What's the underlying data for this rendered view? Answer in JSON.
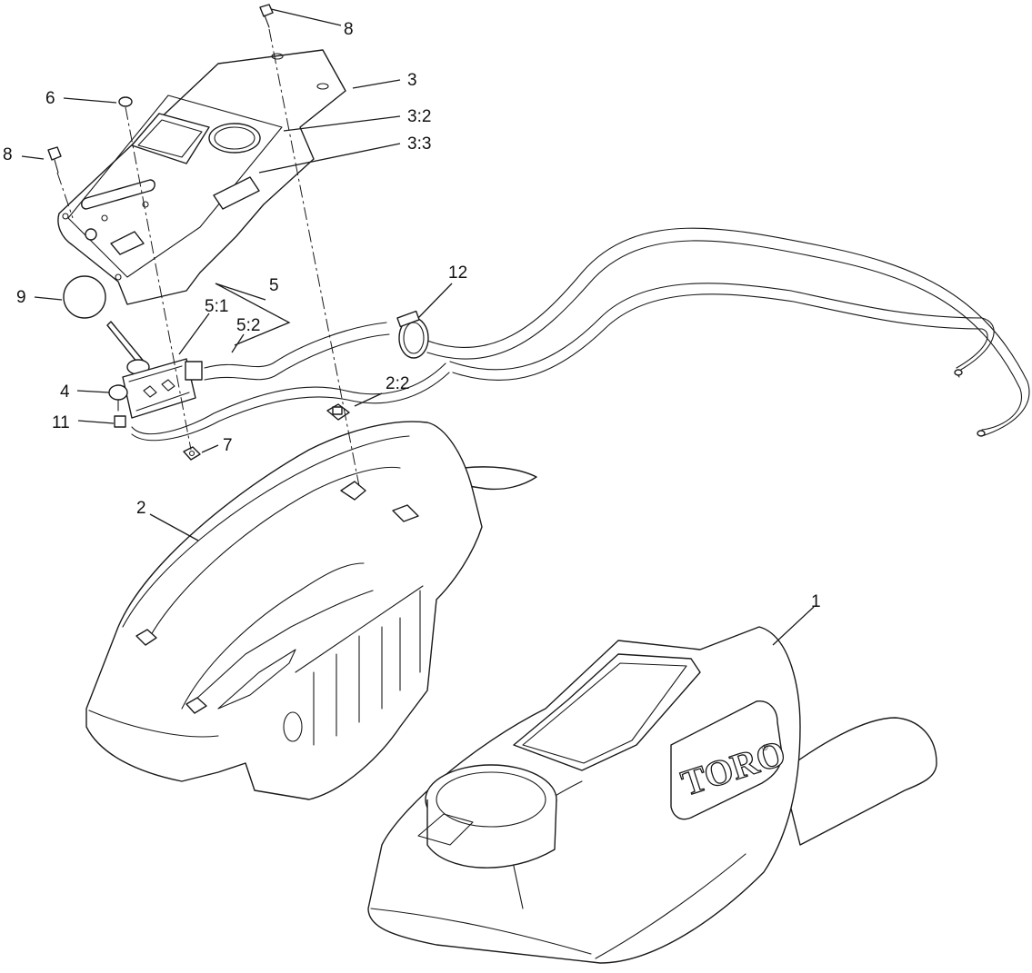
{
  "diagram": {
    "callouts": {
      "c1": "1",
      "c2": "2",
      "c2_2": "2:2",
      "c3": "3",
      "c3_2": "3:2",
      "c3_3": "3:3",
      "c4": "4",
      "c5": "5",
      "c5_1": "5:1",
      "c5_2": "5:2",
      "c6": "6",
      "c7": "7",
      "c8_top": "8",
      "c8_left": "8",
      "c9": "9",
      "c11": "11",
      "c12": "12"
    },
    "brand": {
      "logo_text": "TORO",
      "registered_mark": "®"
    },
    "colors": {
      "line": "#1a1a1a",
      "background": "#ffffff"
    }
  }
}
